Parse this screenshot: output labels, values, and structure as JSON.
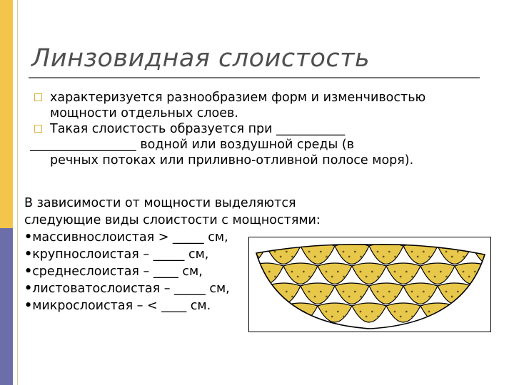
{
  "title": "Линзовидная слоистость",
  "bullets": {
    "b1_line1": "характеризуется разнообразием форм и изменчивостью",
    "b1_line2": "мощности отдельных слоев.",
    "b2_line1": "Такая слоистость образуется при ___________",
    "b2_line2": "_________________ водной или воздушной среды (в",
    "b2_line3": "речных потоках или приливно-отливной полосе моря)."
  },
  "paragraph": {
    "line1": "В зависимости от мощности выделяются",
    "line2": "следующие виды слоистости с мощностями:"
  },
  "types": [
    {
      "bullet": "•",
      "text": "массивнослоистая > _____ см,"
    },
    {
      "bullet": "•",
      "text": "крупнослоистая – _____ см,"
    },
    {
      "bullet": "•",
      "text": "среднеслоистая – ____ см,"
    },
    {
      "bullet": "•",
      "text": "листоватослоистая – _____ см,"
    },
    {
      "bullet": "•",
      "text": "микрослоистая – < ____ см."
    }
  ],
  "colors": {
    "accent_yellow": "#f3c54a",
    "accent_purple": "#6b6ea8",
    "lens_fill": "#e8c84a"
  }
}
